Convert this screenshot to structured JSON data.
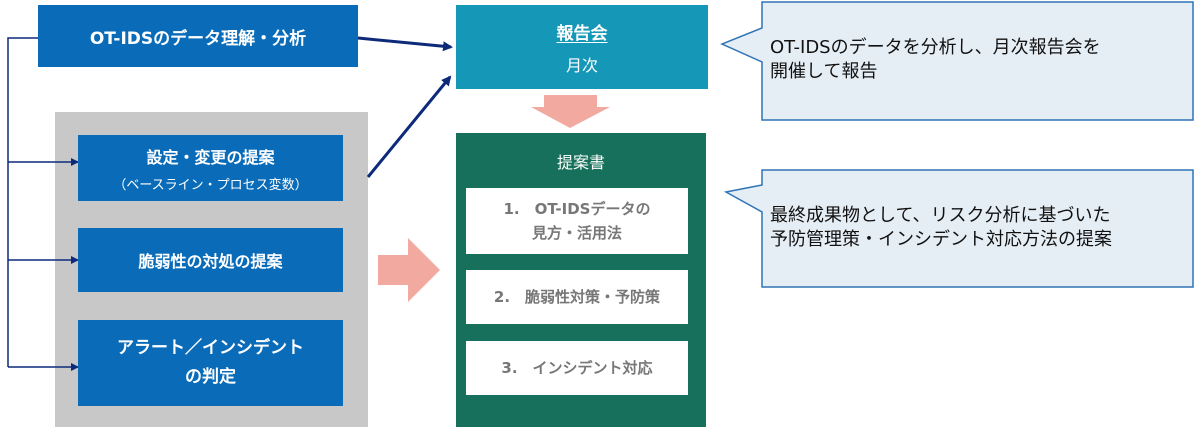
{
  "source_box": {
    "label": "OT-IDSのデータ理解・分析"
  },
  "proposals": [
    {
      "title": "設定・変更の提案",
      "subtitle": "（ベースライン・プロセス変数）"
    },
    {
      "title": "脆弱性の対処の提案",
      "subtitle": ""
    },
    {
      "title_line1": "アラート／インシデント",
      "title_line2": "の判定"
    }
  ],
  "report_box": {
    "title": "報告会",
    "subtitle": "月次"
  },
  "proposal_doc": {
    "title": "提案書",
    "items": [
      {
        "line1": "1.　OT-IDSデータの",
        "line2": "見方・活用法"
      },
      {
        "line1": "2.　脆弱性対策・予防策",
        "line2": ""
      },
      {
        "line1": "3.　インシデント対応",
        "line2": ""
      }
    ]
  },
  "callouts": [
    {
      "line1": "OT-IDSのデータを分析し、月次報告会を",
      "line2": "開催して報告"
    },
    {
      "line1": "最終成果物として、リスク分析に基づいた",
      "line2": "予防管理策・インシデント対応方法の提案"
    }
  ],
  "colors": {
    "blue": "#0a6cb8",
    "teal": "#1597b8",
    "green": "#17705b",
    "gray": "#c8c8c8",
    "arrow_pink": "#f2aaa0",
    "connector": "#0d2a7a",
    "callout_fill": "#e6eef5",
    "callout_border": "#2f74b5"
  }
}
